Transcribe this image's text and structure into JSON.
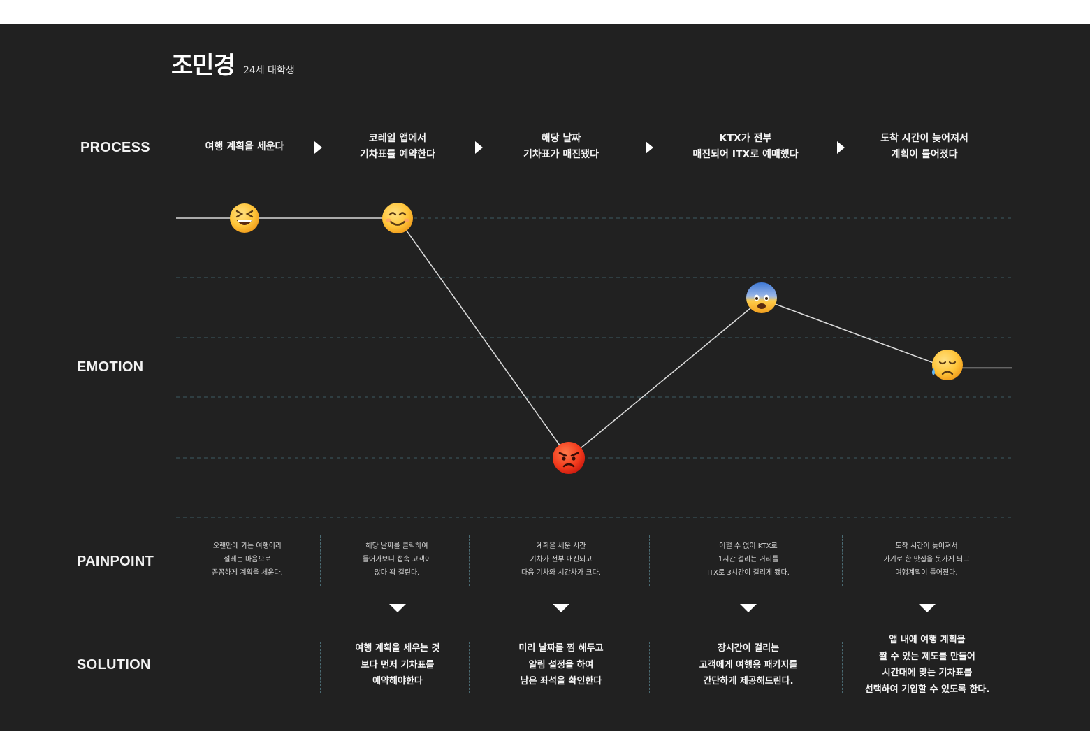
{
  "persona": {
    "name": "조민경",
    "meta": "24세 대학생"
  },
  "labels": {
    "process": "PROCESS",
    "emotion": "EMOTION",
    "painpoint": "PAINPOINT",
    "solution": "SOLUTION"
  },
  "steps": [
    {
      "process": "여행 계획을 세운다",
      "emotion": "grinning-squinting-face-icon",
      "level": 1,
      "painpoint": "오랜만에 가는 여행이라\n설레는 마음으로\n꼼꼼하게 계획을 세운다.",
      "solution": ""
    },
    {
      "process": "코레일 앱에서\n기차표를 예약한다",
      "emotion": "smiling-face-icon",
      "level": 1,
      "painpoint": "해당 날짜를 클릭하여\n들어가보니 접속 고객이\n많아 꽉 걸린다.",
      "solution": "여행 계획을 세우는 것\n보다 먼저 기차표를\n예약해야한다"
    },
    {
      "process": "해당 날짜\n기차표가 매진됐다",
      "emotion": "angry-face-icon",
      "level": 5,
      "painpoint": "계획을 세운 시간\n기차가 전부 매진되고\n다음 기차와 시간차가 크다.",
      "solution": "미리 날짜를 찜 해두고\n알림 설정을 하여\n남은 좌석을 확인한다"
    },
    {
      "process": "KTX가 전부\n매진되어 ITX로 예매했다",
      "emotion": "anxious-face-icon",
      "level": 2.35,
      "painpoint": "어쩔 수 없이 KTX로\n1시간 걸리는 거리를\nITX로 3시간이 걸리게 됐다.",
      "solution": "장시간이 걸리는\n고객에게 여행용 패키지를\n간단하게 제공해드린다."
    },
    {
      "process": "도착 시간이 늦어져서\n계획이 틀어졌다",
      "emotion": "sad-sweat-face-icon",
      "level": 3.5,
      "painpoint": "도착 시간이 늦어져서\n가기로 한 맛집을 못가게 되고\n여행계획이 틀어졌다.",
      "solution": "앱 내에 여행 계획을\n짤 수 있는 제도를 만들어\n시간대에 맞는 기차표를\n선택하여 기입할 수 있도록 한다."
    }
  ],
  "colors": {
    "background": "#212121",
    "line": "#d9d9d9",
    "grid": "#3d5a63",
    "text": "#f4f4f4"
  }
}
